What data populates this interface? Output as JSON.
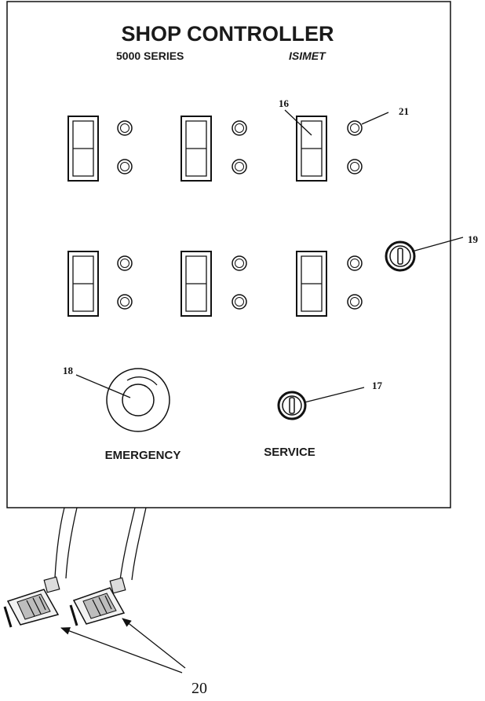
{
  "panel": {
    "title": "SHOP CONTROLLER",
    "series": "5000 SERIES",
    "brand": "ISIMET",
    "emergency_label": "EMERGENCY",
    "service_label": "SERVICE"
  },
  "callouts": {
    "display": "16",
    "emergency_button": "18",
    "service_key": "17",
    "panel_key": "19",
    "indicator_light": "21",
    "connectors": "20"
  }
}
